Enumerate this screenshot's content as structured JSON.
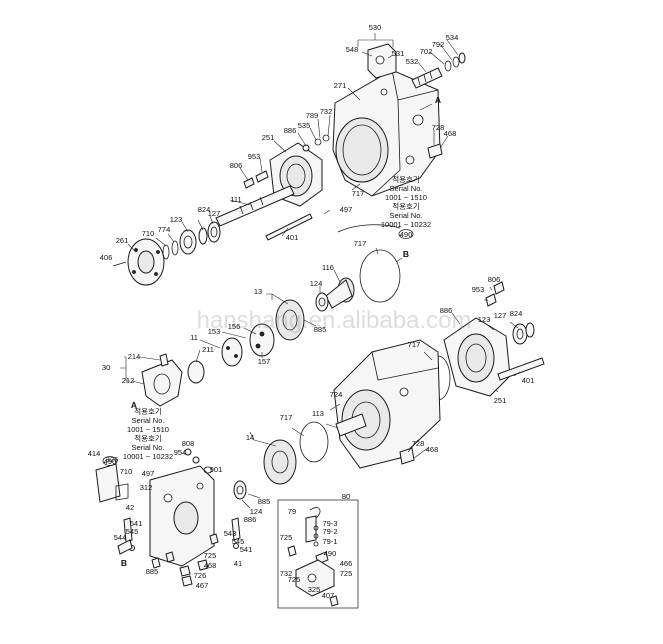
{
  "watermark": "hanshang.en.alibaba.com",
  "notes": {
    "top": [
      "적용호기",
      "Serial No.",
      "1001 ~ 1510",
      "적용호기",
      "Serial No.",
      "10001 ~ 10232"
    ],
    "left": [
      "적용호기",
      "Serial No.",
      "1001 ~ 1510",
      "적용호기",
      "Serial No.",
      "10001 ~ 10232"
    ]
  },
  "callouts": {
    "c530": "530",
    "c548": "548",
    "c531": "531",
    "c534": "534",
    "c792": "792",
    "c702": "702",
    "c532": "532",
    "c271": "271",
    "cA1": "A",
    "c789": "789",
    "c732a": "732",
    "c535": "535",
    "c886a": "886",
    "c251a": "251",
    "c728a": "728",
    "c468a": "468",
    "c806a": "806",
    "c953a": "953",
    "c111": "111",
    "c127a": "127",
    "c824a": "824",
    "c123": "123",
    "c774": "774",
    "c710a": "710",
    "c261": "261",
    "c406": "406",
    "c401a": "401",
    "c497a": "497",
    "c717a": "717",
    "c490a": "490",
    "c717b": "717",
    "cB1": "B",
    "c116": "116",
    "c124a": "124",
    "c13": "13",
    "c885a": "885",
    "c153": "153",
    "c156": "156",
    "c11": "11",
    "c211": "211",
    "c157": "157",
    "c214": "214",
    "c30": "30",
    "c212": "212",
    "cA2": "A",
    "c806b": "806",
    "c953b": "953",
    "c886b": "886",
    "c123b": "123",
    "c127b": "127",
    "c824b": "824",
    "c717c": "717",
    "c401b": "401",
    "c251b": "251",
    "c724": "724",
    "c113": "113",
    "c717d": "717",
    "c728b": "728",
    "c468b": "468",
    "c14": "14",
    "c885b": "885",
    "c124b": "124",
    "c808": "808",
    "c954": "954",
    "c901": "901",
    "c490b": "490",
    "c497b": "497",
    "c414": "414",
    "c326": "326",
    "c710b": "710",
    "c312": "312",
    "c42": "42",
    "c541a": "541",
    "c545a": "545",
    "c544": "544",
    "cB2": "B",
    "c885c": "885",
    "c886c": "886",
    "c543": "543",
    "c545b": "545",
    "c541b": "541",
    "c41": "41",
    "c725a": "725",
    "c468c": "468",
    "c726": "726",
    "c467": "467",
    "c80": "80",
    "c79": "79",
    "c79_3": "79-3",
    "c79_2": "79-2",
    "c79_1": "79-1",
    "c725b": "725",
    "c490c": "490",
    "c466": "466",
    "c732b": "732",
    "c725c": "725",
    "c725d": "725",
    "c325": "325",
    "c407": "407"
  }
}
